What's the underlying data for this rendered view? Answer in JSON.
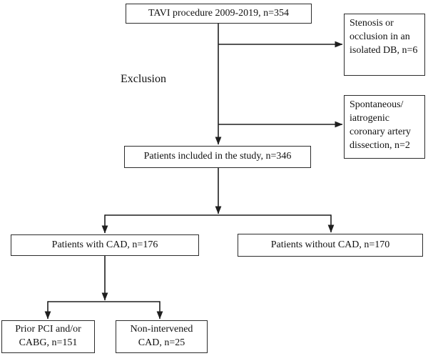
{
  "figure": {
    "kind": "study-flowchart",
    "background_color": "#ffffff",
    "line_color": "#1f1f1f",
    "box_border_color": "#2c2c2c",
    "text_color": "#111111"
  },
  "nodes": {
    "tavi": "TAVI procedure 2009-2019, n=354",
    "excl_stenosis": "Stenosis or occlusion in an isolated DB, n=6",
    "excl_dissection": "Spontaneous/ iatrogenic coronary artery dissection, n=2",
    "included": "Patients included in the study, n=346",
    "with_cad": "Patients with CAD, n=176",
    "without_cad": "Patients without CAD, n=170",
    "prior_pci_cabg": "Prior PCI and/or CABG, n=151",
    "non_intervened": "Non-intervened CAD, n=25"
  },
  "labels": {
    "exclusion": "Exclusion"
  }
}
